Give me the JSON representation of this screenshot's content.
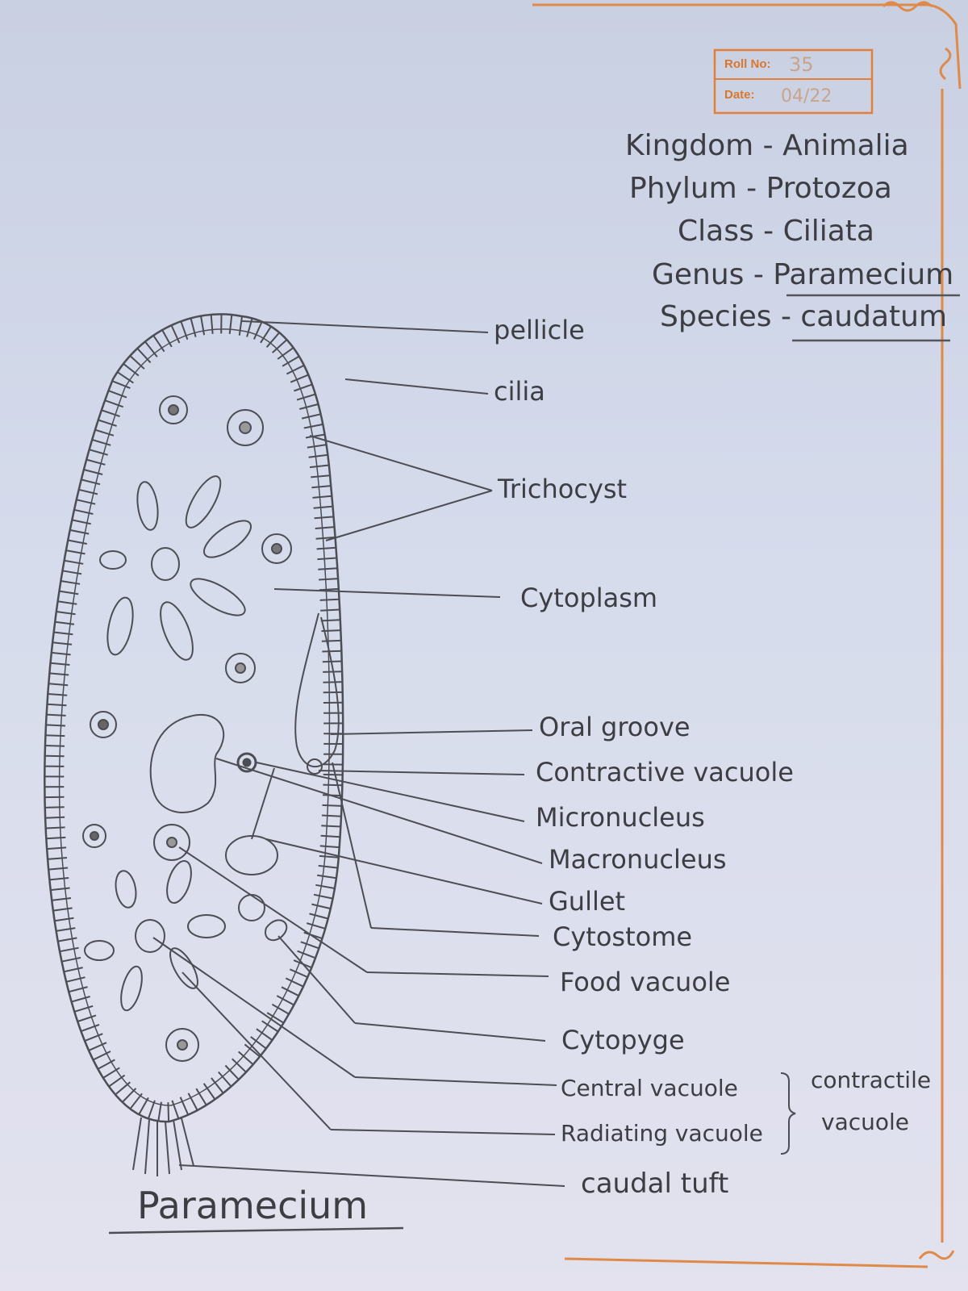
{
  "header_box": {
    "roll_label": "Roll No:",
    "roll_value": "35",
    "date_label": "Date:",
    "date_value": "04/22"
  },
  "classification": [
    "Kingdom - Animalia",
    "Phylum - Protozoa",
    "Class - Ciliata",
    "Genus - Paramecium",
    "Species - caudatum"
  ],
  "labels": {
    "pellicle": "pellicle",
    "cilia": "cilia",
    "trichocyst": "Trichocyst",
    "cytoplasm": "Cytoplasm",
    "oral_groove": "Oral groove",
    "contractive_vacuole": "Contractive vacuole",
    "micronucleus": "Micronucleus",
    "macronucleus": "Macronucleus",
    "gullet": "Gullet",
    "cytostome": "Cytostome",
    "food_vacuole": "Food vacuole",
    "cytopyge": "Cytopyge",
    "central_vacuole": "Central vacuole",
    "radiating_vacuole": "Radiating vacuole",
    "contractile_vacuole_group_1": "contractile",
    "contractile_vacuole_group_2": "vacuole",
    "caudal_tuft": "caudal tuft"
  },
  "title": "Paramecium",
  "colors": {
    "border": "#e08a4a",
    "pencil": "#4a4a52",
    "paper": "#d6dcec"
  }
}
